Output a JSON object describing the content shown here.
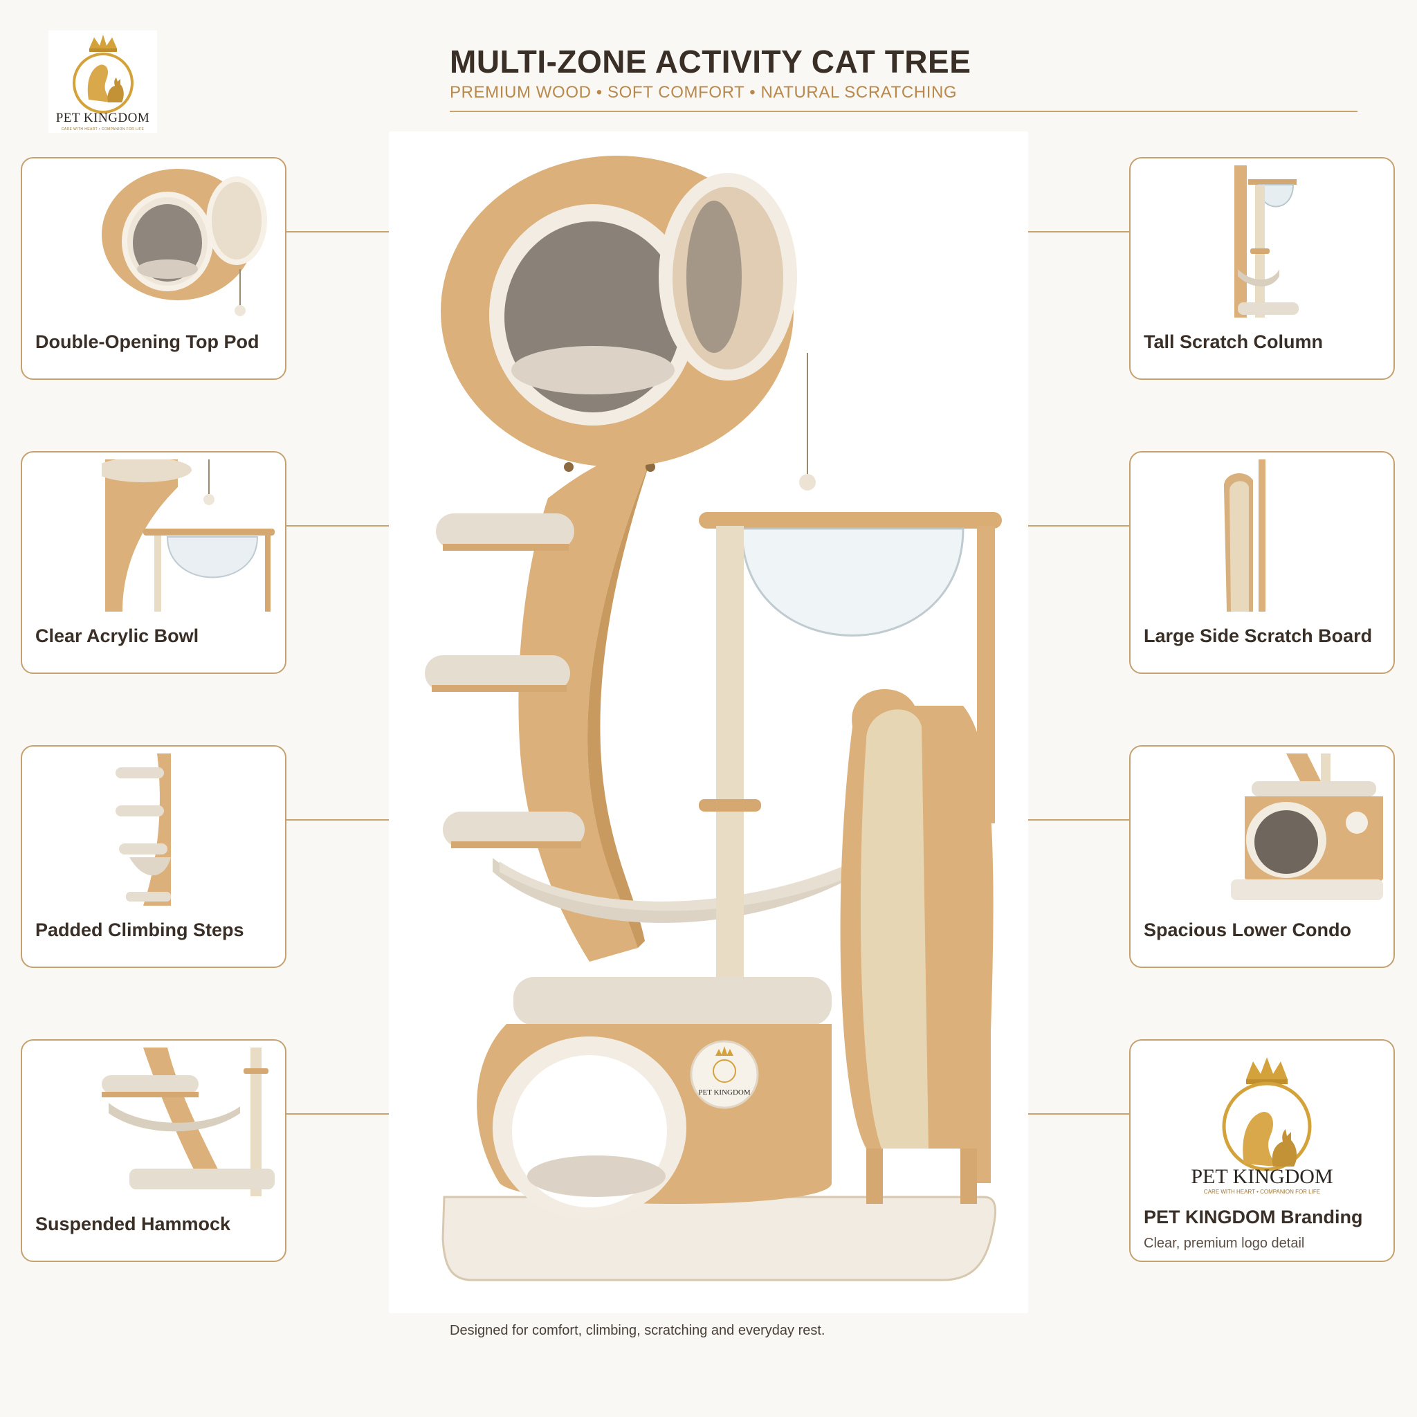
{
  "brand": {
    "name": "PET KINGDOM",
    "tagline": "CARE WITH HEART • COMPANION FOR LIFE",
    "badge_text": "PET KINGDOM"
  },
  "header": {
    "title": "MULTI-ZONE ACTIVITY CAT TREE",
    "subtitle": "PREMIUM WOOD • SOFT COMFORT • NATURAL SCRATCHING"
  },
  "features_left": [
    {
      "label": "Double-Opening Top Pod"
    },
    {
      "label": "Clear Acrylic Bowl"
    },
    {
      "label": "Padded Climbing Steps"
    },
    {
      "label": "Suspended Hammock"
    }
  ],
  "features_right": [
    {
      "label": "Tall Scratch Column"
    },
    {
      "label": "Large Side Scratch Board"
    },
    {
      "label": "Spacious Lower Condo"
    }
  ],
  "branding_card": {
    "title": "PET KINGDOM Branding",
    "subtitle": "Clear, premium logo detail"
  },
  "footer": {
    "text": "Designed for comfort, climbing, scratching and everyday rest."
  },
  "colors": {
    "accent_gold": "#c9a36b",
    "wood": "#dcb07a",
    "cushion": "#e6ddd1",
    "text_dark": "#3a2f27"
  }
}
